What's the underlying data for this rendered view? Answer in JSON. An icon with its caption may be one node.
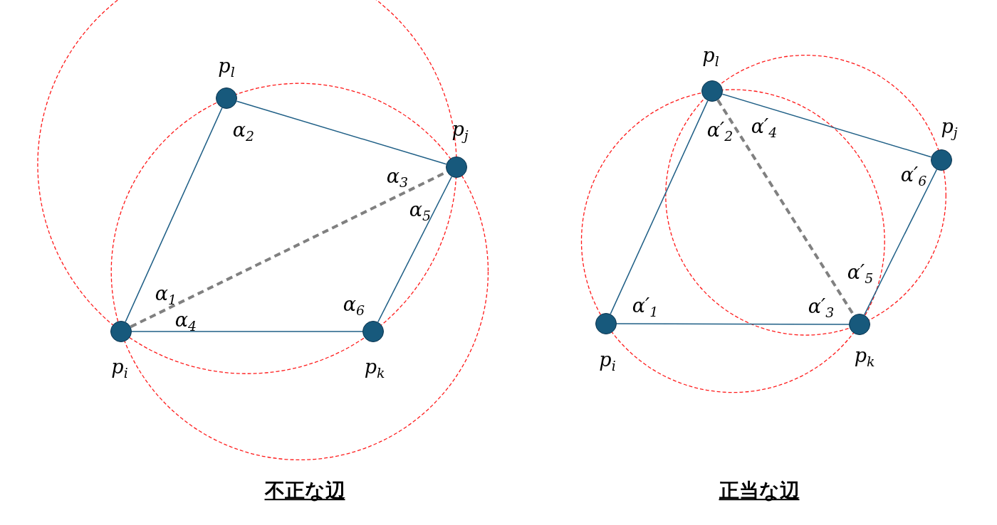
{
  "diagram": {
    "nodes": [
      {
        "text": [],
        "shape": "circle",
        "beside": [
          "p$_{i}$"
        ]
      },
      {
        "text": [],
        "shape": "circle",
        "beside": [
          "p$_{l}$"
        ]
      },
      {
        "text": [],
        "shape": "circle",
        "beside": [
          "p$_{j}$"
        ]
      },
      {
        "text": [],
        "shape": "circle",
        "beside": [
          "p$_{k}$"
        ]
      },
      {
        "text": [],
        "shape": "circle",
        "beside": [
          "p$_{i}$"
        ]
      },
      {
        "text": [],
        "shape": "circle",
        "beside": [
          "p$_{l}$"
        ]
      },
      {
        "text": [],
        "shape": "circle",
        "beside": [
          "p$_{j}$"
        ]
      },
      {
        "text": [],
        "shape": "circle",
        "beside": [
          "p$_{k}$"
        ]
      }
    ],
    "edges": [
      {
        "from": 0,
        "to": 1,
        "arrow": "none"
      },
      {
        "from": 1,
        "to": 2,
        "arrow": "none"
      },
      {
        "from": 2,
        "to": 3,
        "arrow": "none"
      },
      {
        "from": 0,
        "to": 3,
        "arrow": "none"
      },
      {
        "from": 0,
        "to": 2,
        "arrow": "none",
        "style": "dashed",
        "color": "#808080"
      },
      {
        "from": 4,
        "to": 5,
        "arrow": "none"
      },
      {
        "from": 5,
        "to": 6,
        "arrow": "none"
      },
      {
        "from": 6,
        "to": 7,
        "arrow": "none"
      },
      {
        "from": 4,
        "to": 7,
        "arrow": "none"
      },
      {
        "from": 5,
        "to": 7,
        "arrow": "none",
        "style": "dashed",
        "color": "#808080"
      }
    ],
    "labels": [
      "α$_{2}$",
      "α$_{3}$",
      "α$_{5}$",
      "α$_{1}$",
      "α$_{6}$",
      "α$_{4}$",
      "α′$_{2}$",
      "α′$_{4}$",
      "α′$_{6}$",
      "α′$_{5}$",
      "α′$_{1}$",
      "α′$_{3}$",
      "不正な辺",
      "正当な辺"
    ]
  }
}
